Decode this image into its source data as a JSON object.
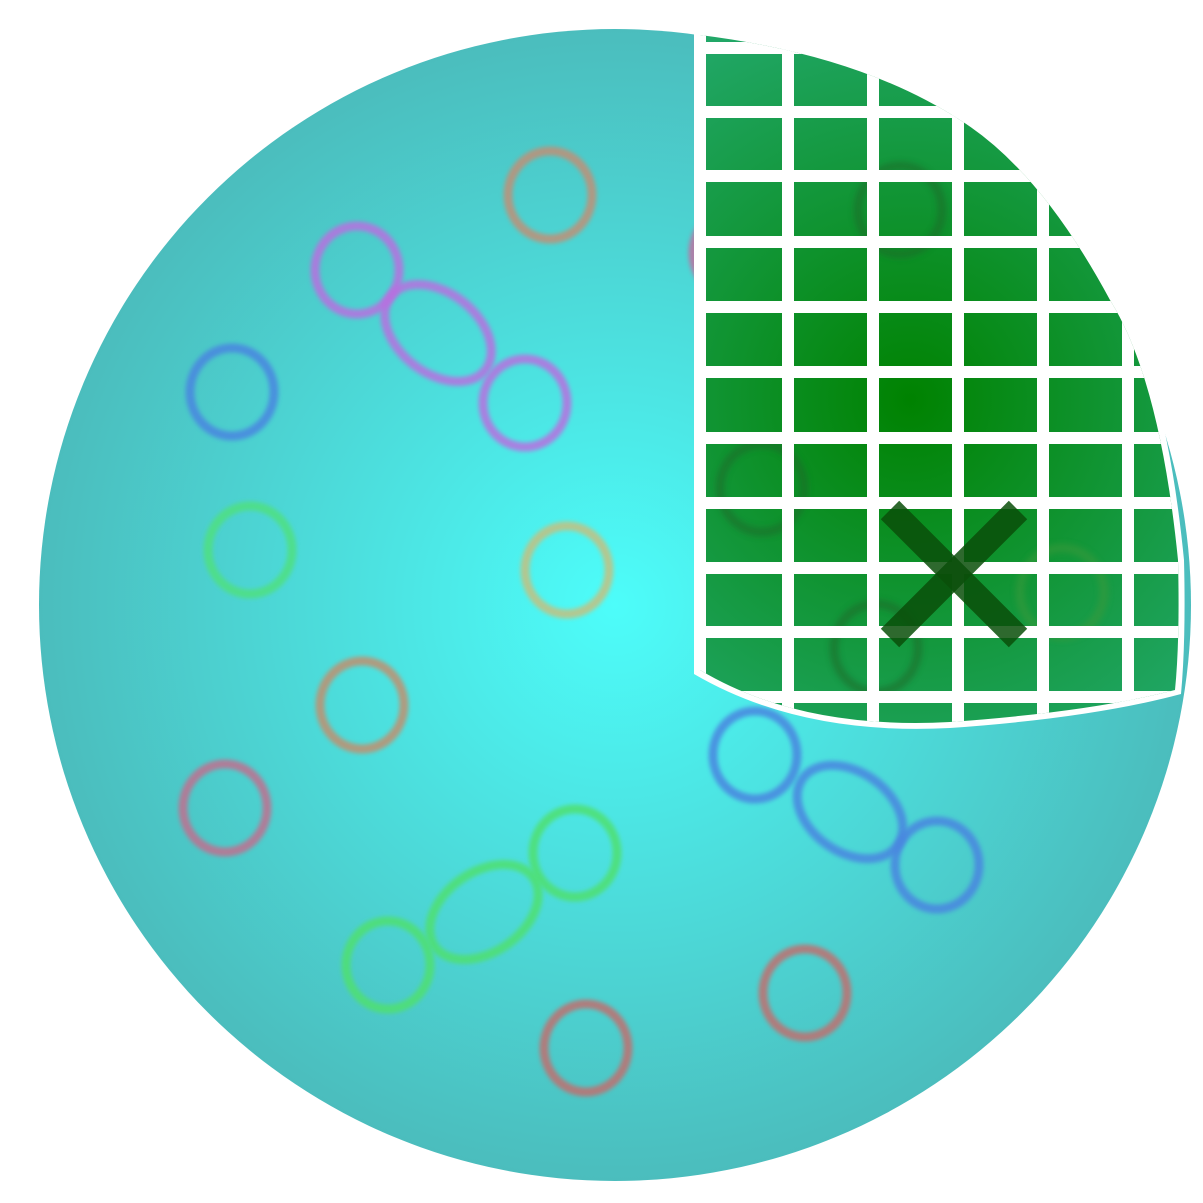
{
  "colors": {
    "page_background": "#ffffff",
    "sphere_center": "#4dfdfa",
    "sphere_edge": "#4bbdbd",
    "cutaway_center": "#008200",
    "cutaway_edge": "#22a86a",
    "grid_lines": "#ffffff",
    "mark": "#0a4f0a"
  },
  "icons": {
    "sphere": "cell-sphere-icon",
    "cutaway": "cutaway-grid-icon",
    "mark": "x-mark-icon"
  },
  "particles": [
    {
      "kind": "ring",
      "color": "#c09077"
    },
    {
      "kind": "ring",
      "color": "#b870e0"
    },
    {
      "kind": "ring",
      "color": "#b870e0"
    },
    {
      "kind": "ring",
      "color": "#b870e0"
    },
    {
      "kind": "ring",
      "color": "#4a86e0"
    },
    {
      "kind": "ring",
      "color": "#50e080"
    },
    {
      "kind": "ring",
      "color": "#c4c080"
    },
    {
      "kind": "ring",
      "color": "#c09070"
    },
    {
      "kind": "ring",
      "color": "#c07090"
    },
    {
      "kind": "ring",
      "color": "#4a86e0"
    },
    {
      "kind": "ring",
      "color": "#4a86e0"
    },
    {
      "kind": "ring",
      "color": "#4a86e0"
    },
    {
      "kind": "ring",
      "color": "#50e070"
    },
    {
      "kind": "ring",
      "color": "#50e070"
    },
    {
      "kind": "ring",
      "color": "#50e070"
    },
    {
      "kind": "ring",
      "color": "#c07070"
    },
    {
      "kind": "ring",
      "color": "#c07070"
    },
    {
      "kind": "ring",
      "color": "#c070a0"
    },
    {
      "kind": "ring",
      "color": "#1c6a2a"
    },
    {
      "kind": "ring",
      "color": "#1c6a2a"
    },
    {
      "kind": "ring",
      "color": "#1c6a2a"
    },
    {
      "kind": "ring",
      "color": "#3a9a3a"
    }
  ]
}
